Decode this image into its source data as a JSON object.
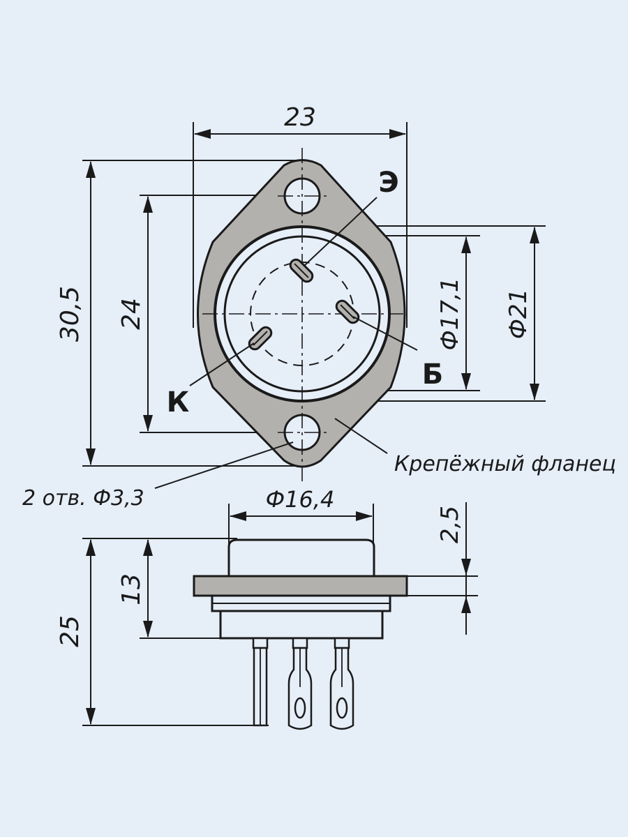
{
  "colors": {
    "background": "#e6eef8",
    "flange_fill": "#b3b1ae",
    "stroke": "#1a1a1a",
    "body_fill": "#e6eef8"
  },
  "top_view": {
    "dim_width": "23",
    "dim_height": "30,5",
    "dim_hole_spacing": "24",
    "dim_inner_diameter": "Ф17,1",
    "dim_outer_diameter": "Ф21",
    "pin_emitter": "Э",
    "pin_base": "Б",
    "pin_collector": "К",
    "flange_label": "Крепёжный фланец",
    "holes_label": "2 отв. Ф3,3"
  },
  "side_view": {
    "dim_cap_diameter": "Ф16,4",
    "dim_flange_thickness": "2,5",
    "dim_body_height": "13",
    "dim_total_height": "25"
  }
}
